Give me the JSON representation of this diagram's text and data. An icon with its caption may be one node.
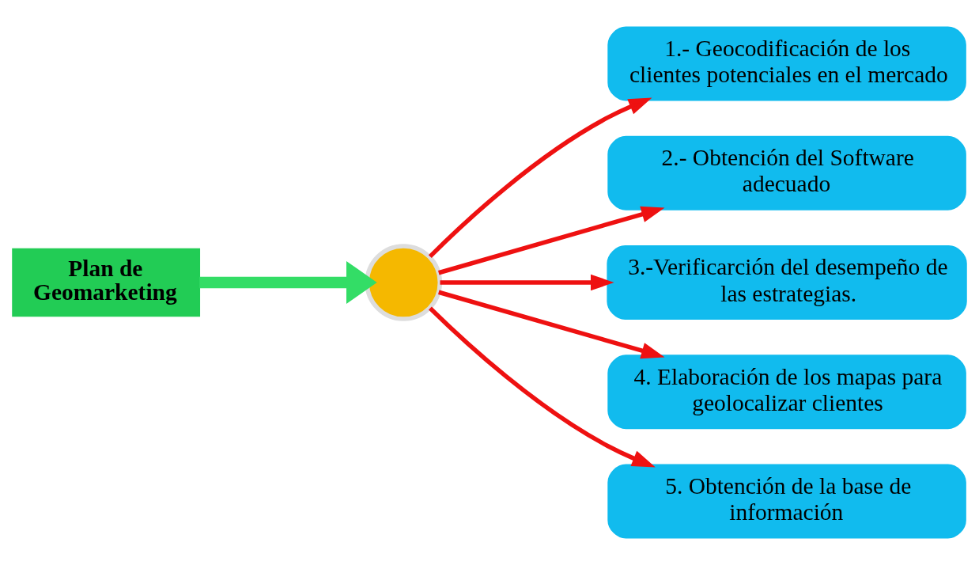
{
  "diagram": {
    "nodes": [
      {
        "text": [
          "Plan de Geomarketing"
        ]
      },
      {
        "text": [],
        "shape": "circle"
      },
      {
        "text": [
          "1.- Geocodificación de los clientes potenciales en el mercado"
        ]
      },
      {
        "text": [
          "2.- Obtención del Software adecuado"
        ]
      },
      {
        "text": [
          "3.-Verificarción del desempeño de las estrategias."
        ]
      },
      {
        "text": [
          "4. Elaboración de los mapas para geolocalizar clientes"
        ]
      },
      {
        "text": [
          "5. Obtención de la base de información"
        ]
      }
    ],
    "edges": [
      {
        "from": 0,
        "to": 1,
        "arrow": "to",
        "style": "thick",
        "color": "#33dd66"
      },
      {
        "from": 1,
        "to": 2,
        "arrow": "to"
      },
      {
        "from": 1,
        "to": 3,
        "arrow": "to"
      },
      {
        "from": 1,
        "to": 4,
        "arrow": "to"
      },
      {
        "from": 1,
        "to": 5,
        "arrow": "to"
      },
      {
        "from": 1,
        "to": 6,
        "arrow": "to"
      }
    ]
  }
}
